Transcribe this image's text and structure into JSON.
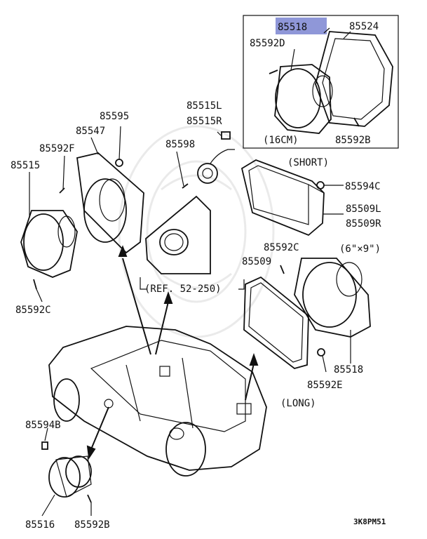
{
  "parts": {
    "p85518_top": "85518",
    "p85524": "85524",
    "p85592D": "85592D",
    "p85592B_top": "85592B",
    "note_16cm": "(16CM)",
    "note_short": "(SHORT)",
    "p85515L": "85515L",
    "p85515R": "85515R",
    "p85595": "85595",
    "p85547": "85547",
    "p85592F": "85592F",
    "p85598": "85598",
    "p85515": "85515",
    "p85594C": "85594C",
    "p85509L": "85509L",
    "p85509R": "85509R",
    "p85592C_right": "85592C",
    "note_6x9": "(6\"×9\")",
    "p85509": "85509",
    "ref_52_250": "(REF. 52-250)",
    "p85592C_left": "85592C",
    "p85518_bottom": "85518",
    "p85592E": "85592E",
    "note_long": "(LONG)",
    "p85594B": "85594B",
    "p85516": "85516",
    "p85592B_bottom": "85592B",
    "diagram_code": "3K8PM51"
  },
  "colors": {
    "highlight": "#8f97d8",
    "line": "#111111"
  }
}
